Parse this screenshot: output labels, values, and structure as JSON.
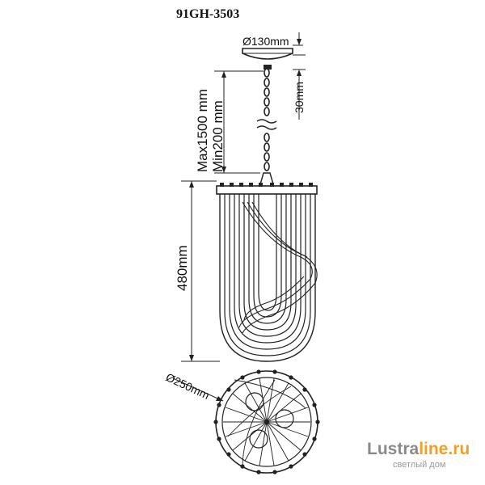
{
  "model": "91GH-3503",
  "dimensions": {
    "canopy_diameter": "Ø130mm",
    "canopy_height": "30mm",
    "chain_max": "Max1500 mm",
    "chain_min": "Min200 mm",
    "body_height": "480mm",
    "body_diameter": "Ø250mm"
  },
  "watermark": {
    "brand_a": "Lustra",
    "brand_b": "line.ru",
    "tagline": "светлый дом",
    "color_a": "#8a8a8a",
    "color_b": "#f0a020"
  }
}
